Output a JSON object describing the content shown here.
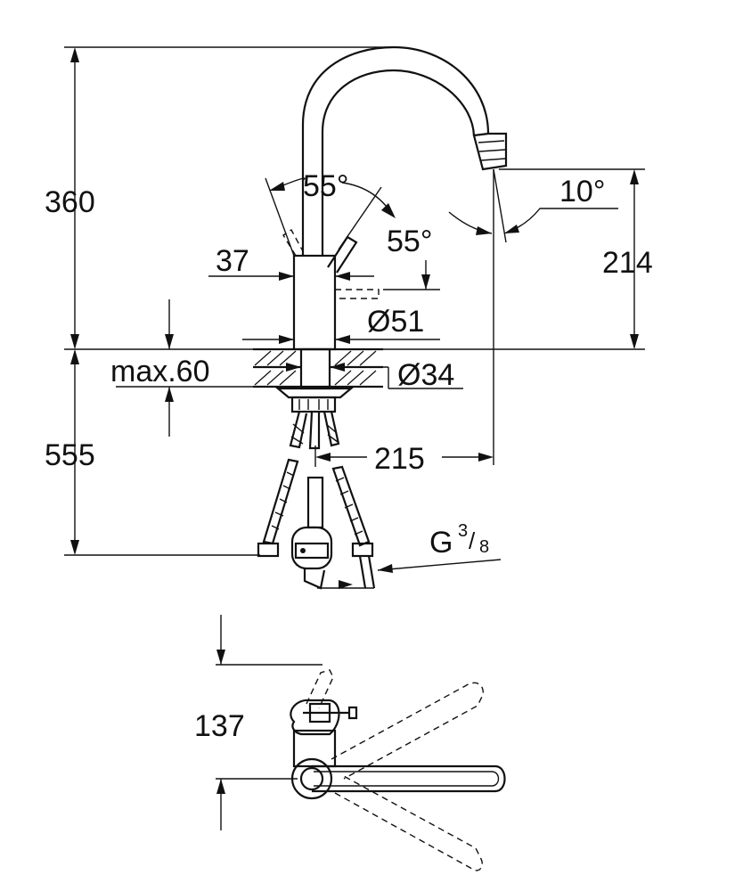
{
  "dimensions": {
    "height_total": "360",
    "spout_height": "214",
    "below_deck": "555",
    "max_deck_thickness": "max.60",
    "lever_offset": "37",
    "body_diameter": "Ø51",
    "hole_diameter": "Ø34",
    "reach": "215",
    "lever_angle_left": "55°",
    "lever_angle_right": "55°",
    "spout_tilt": "10°",
    "thread_letter": "G",
    "thread_num": "3",
    "thread_den": "8",
    "swivel_offset": "137"
  },
  "colors": {
    "line": "#111111",
    "background": "#ffffff"
  }
}
